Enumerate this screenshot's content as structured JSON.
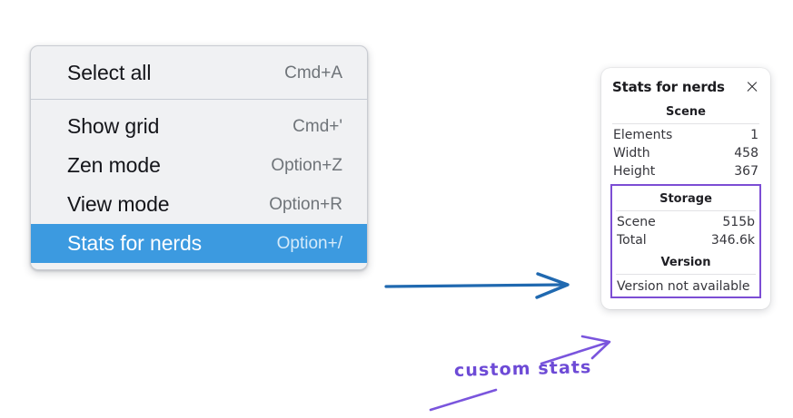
{
  "menu": {
    "sections": [
      {
        "items": [
          {
            "label": "Select all",
            "shortcut": "Cmd+A",
            "selected": false
          }
        ]
      },
      {
        "items": [
          {
            "label": "Show grid",
            "shortcut": "Cmd+'",
            "selected": false
          },
          {
            "label": "Zen mode",
            "shortcut": "Option+Z",
            "selected": false
          },
          {
            "label": "View mode",
            "shortcut": "Option+R",
            "selected": false
          },
          {
            "label": "Stats for nerds",
            "shortcut": "Option+/",
            "selected": true
          }
        ]
      }
    ]
  },
  "stats_panel": {
    "title": "Stats for nerds",
    "close_icon": "close-icon",
    "scene": {
      "heading": "Scene",
      "rows": [
        {
          "key": "Elements",
          "value": "1"
        },
        {
          "key": "Width",
          "value": "458"
        },
        {
          "key": "Height",
          "value": "367"
        }
      ]
    },
    "storage": {
      "heading": "Storage",
      "rows": [
        {
          "key": "Scene",
          "value": "515b"
        },
        {
          "key": "Total",
          "value": "346.6k"
        }
      ]
    },
    "version": {
      "heading": "Version",
      "text": "Version not available"
    }
  },
  "annotations": {
    "label": "custom stats",
    "label_color": "#6d4ad6",
    "arrow_blue_color": "#2069b0",
    "arrow_purple_color": "#7a55dd"
  },
  "colors": {
    "menu_background": "#f0f1f3",
    "menu_border": "#c9ccd2",
    "menu_separator": "#c8ccd4",
    "selected_row": "#3c9ae0",
    "selected_row_text": "#ffffff",
    "selected_row_shortcut": "#d5ebfa",
    "menu_label": "#14151a",
    "menu_shortcut": "#6f7479",
    "panel_background": "#ffffff",
    "panel_rule": "#e2e2e5",
    "panel_text": "#35353b",
    "custom_box_border": "#7c4dd4"
  }
}
